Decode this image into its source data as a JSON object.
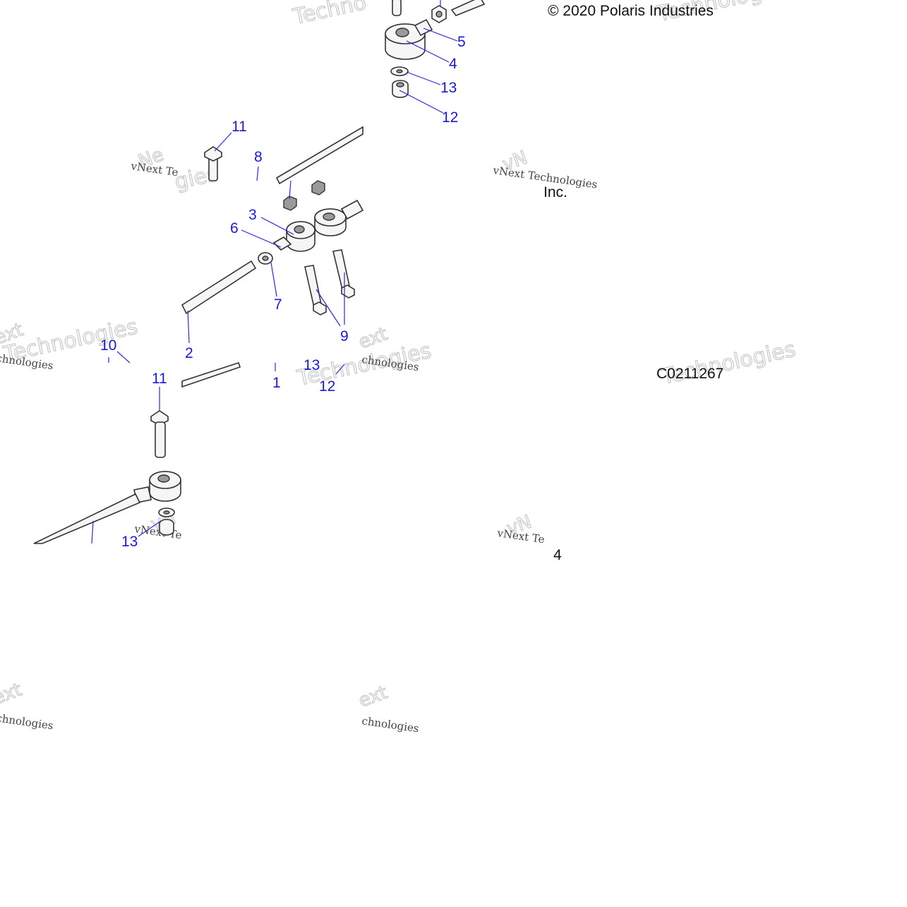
{
  "diagram": {
    "copyright": "© 2020 Polaris Industries",
    "copyright_suffix": "Inc.",
    "drawing_number": "C0211267",
    "page_fragment": "4",
    "watermark": {
      "brand": "vNext",
      "brand_full": "vNext Technologies",
      "technologies": "Technologies",
      "fragment_tech": "Techno",
      "fragment_chno": "chnologies",
      "fragment_gies": "gies",
      "fragment_ext": "ext",
      "fragment_ne": "Ne",
      "fragment_vn": "vN",
      "fragment_te": "vNext Te"
    },
    "callouts": [
      {
        "id": "c5",
        "label": "5"
      },
      {
        "id": "c4",
        "label": "4"
      },
      {
        "id": "c13a",
        "label": "13"
      },
      {
        "id": "c12a",
        "label": "12"
      },
      {
        "id": "c11a",
        "label": "11"
      },
      {
        "id": "c8",
        "label": "8"
      },
      {
        "id": "c3",
        "label": "3"
      },
      {
        "id": "c6",
        "label": "6"
      },
      {
        "id": "c7",
        "label": "7"
      },
      {
        "id": "c9",
        "label": "9"
      },
      {
        "id": "c2",
        "label": "2"
      },
      {
        "id": "c10",
        "label": "10"
      },
      {
        "id": "c13b",
        "label": "13"
      },
      {
        "id": "c12b",
        "label": "12"
      },
      {
        "id": "c1",
        "label": "1"
      },
      {
        "id": "c11b",
        "label": "11"
      },
      {
        "id": "c13c",
        "label": "13"
      }
    ]
  }
}
